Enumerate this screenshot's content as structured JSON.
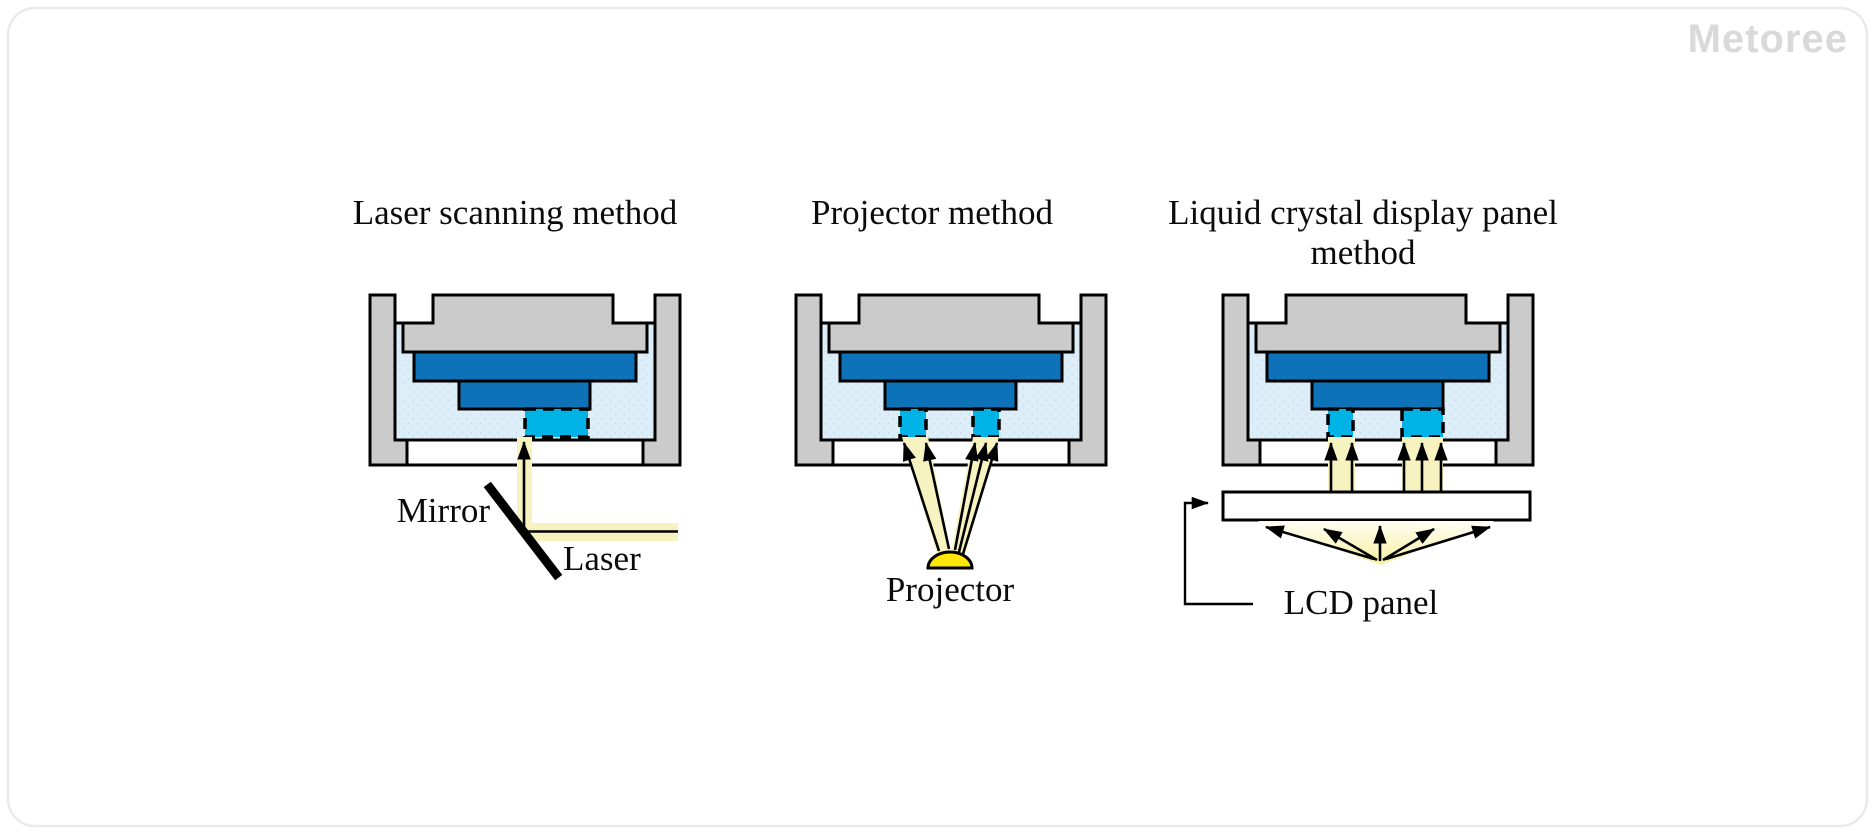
{
  "logo": "Metoree",
  "diagrams": {
    "laser": {
      "title": "Laser scanning method",
      "mirror_label": "Mirror",
      "laser_label": "Laser"
    },
    "projector": {
      "title": "Projector method",
      "projector_label": "Projector"
    },
    "lcd": {
      "title_line1": "Liquid crystal display panel",
      "title_line2": "method",
      "panel_label": "LCD panel"
    }
  },
  "colors": {
    "cured-blue": "#0e72b8",
    "curing-cyan": "#00b3e6",
    "resin-blue": "#ddeef9",
    "resin-dot": "#c6deef",
    "machine-gray": "#cbcbcb",
    "beam-yellow": "#f7f3c0",
    "dome-yellow": "#ffe60a",
    "outline-black": "#000000",
    "card-border-gray": "#eaeaea",
    "logo-gray": "#d9d9d9"
  }
}
